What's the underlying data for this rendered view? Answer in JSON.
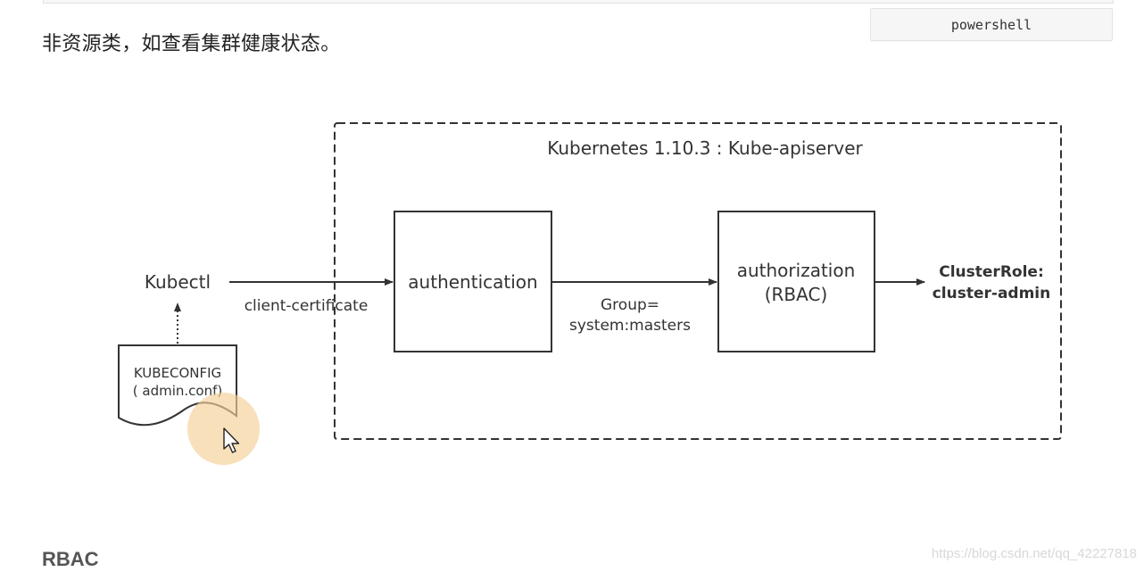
{
  "code_block": {
    "language": "powershell"
  },
  "intro_text": "非资源类，如查看集群健康状态。",
  "diagram": {
    "title": "Kubernetes 1.10.3 : Kube-apiserver",
    "client": "Kubectl",
    "config_line1": "KUBECONFIG",
    "config_line2": "( admin.conf)",
    "edge_client_cert": "client-certificate",
    "authn_box": "authentication",
    "edge_group_line1": "Group=",
    "edge_group_line2": "system:masters",
    "authz_line1": "authorization",
    "authz_line2": "(RBAC)",
    "result_line1": "ClusterRole:",
    "result_line2": "cluster-admin"
  },
  "section_heading": "RBAC",
  "watermark": "https://blog.csdn.net/qq_42227818",
  "colors": {
    "stroke": "#333333",
    "cursor_halo": "#f5d096",
    "heading": "#555555"
  },
  "cursor": {
    "icon": "mouse-pointer-icon"
  }
}
